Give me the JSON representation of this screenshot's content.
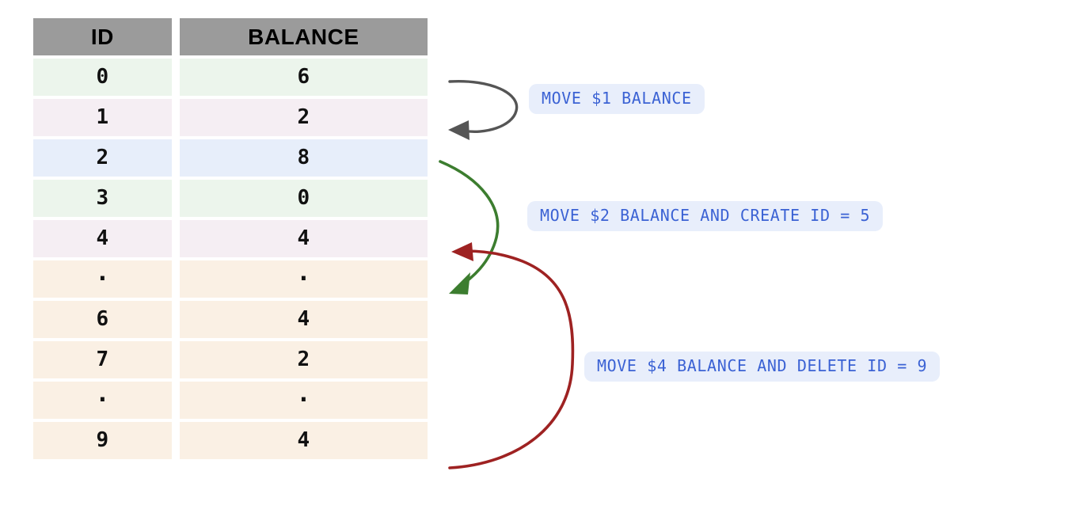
{
  "table": {
    "columns": [
      "ID",
      "BALANCE"
    ],
    "rows": [
      {
        "id": "0",
        "balance": "6",
        "tint": "green",
        "kind": "data"
      },
      {
        "id": "1",
        "balance": "2",
        "tint": "pink",
        "kind": "data"
      },
      {
        "id": "2",
        "balance": "8",
        "tint": "blue",
        "kind": "data"
      },
      {
        "id": "3",
        "balance": "0",
        "tint": "green",
        "kind": "data"
      },
      {
        "id": "4",
        "balance": "4",
        "tint": "pink",
        "kind": "data"
      },
      {
        "id": "·",
        "balance": "·",
        "tint": "cream",
        "kind": "ellipsis"
      },
      {
        "id": "6",
        "balance": "4",
        "tint": "cream",
        "kind": "data"
      },
      {
        "id": "7",
        "balance": "2",
        "tint": "cream",
        "kind": "data"
      },
      {
        "id": "·",
        "balance": "·",
        "tint": "cream",
        "kind": "ellipsis"
      },
      {
        "id": "9",
        "balance": "4",
        "tint": "cream",
        "kind": "data"
      }
    ]
  },
  "annotations": [
    {
      "id": "move-1",
      "label": "MOVE $1 BALANCE",
      "arrow_color": "#555555"
    },
    {
      "id": "move-2",
      "label": "MOVE $2 BALANCE AND CREATE ID = 5",
      "arrow_color": "#3c7d2f"
    },
    {
      "id": "move-3",
      "label": "MOVE $4 BALANCE AND DELETE ID = 9",
      "arrow_color": "#9e2222"
    }
  ],
  "colors": {
    "header_background": "#9b9b9b",
    "header_text": "#000000",
    "pill_background": "#e8eefb",
    "pill_text": "#3b62d4",
    "row_green": "#ecf5ec",
    "row_pink": "#f5eef3",
    "row_blue": "#e7eefa",
    "row_cream": "#faf0e4",
    "arrow_gray": "#555555",
    "arrow_green": "#3c7d2f",
    "arrow_red": "#9e2222",
    "page_background": "#ffffff"
  }
}
